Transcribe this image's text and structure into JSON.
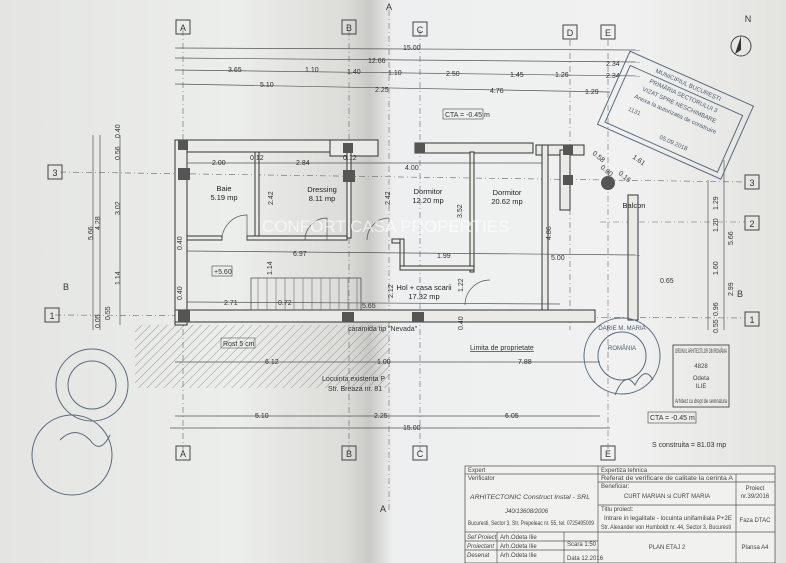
{
  "north_label": "N",
  "axes": {
    "A": "A",
    "B": "B",
    "C": "C",
    "D": "D",
    "E": "E",
    "r1": "1",
    "r2": "2",
    "r3": "3"
  },
  "section_marks": {
    "A": "A",
    "B": "B"
  },
  "top_dims": {
    "total": "15.00",
    "d12_66": "12.66",
    "d3_65": "3.65",
    "d1_10a": "1.10",
    "d1_40": "1.40",
    "d1_10b": "1.10",
    "d2_50": "2.50",
    "d1_45": "1.45",
    "d1_26": "1.26",
    "d2_34a": "2.34",
    "d2_34b": "2.34",
    "d5_10": "5.10",
    "d2_25": "2.25",
    "d4_76": "4.76",
    "d1_29": "1.29"
  },
  "bottom_dims": {
    "d6_12": "6.12",
    "d1_00": "1.00",
    "d7_88": "7.88",
    "d5_10": "5.10",
    "d2_25": "2.25",
    "d6_05": "6.05",
    "total": "15.00"
  },
  "left_dims": [
    "0.40",
    "0.56",
    "3.02",
    "4.28",
    "5.66",
    "1.14",
    "0.55",
    "0.05",
    "0.40",
    "0.40"
  ],
  "right_dims": [
    "1.29",
    "1.20",
    "5.66",
    "1.60",
    "2.99",
    "0.96",
    "0.55",
    "0.65"
  ],
  "interior_dims": {
    "d2_00": "2.00",
    "d0_12a": "0.12",
    "d2_84": "2.84",
    "d0_12b": "0.12",
    "d4_00": "4.00",
    "d2_42a": "2.42",
    "d2_42b": "2.42",
    "d3_52": "3.52",
    "d4_86": "4.86",
    "d6_97": "6.97",
    "d1_14": "1.14",
    "d1_99": "1.99",
    "d5_00": "5.00",
    "d2_71": "2.71",
    "d0_72": "0.72",
    "d5_65": "5.65",
    "d2_12": "2.12",
    "d1_22": "1.22",
    "d0_40": "0.40",
    "d1_61": "1.61",
    "d0_58": "0.58",
    "d0_90": "0.90",
    "d0_16": "0.16"
  },
  "level_mark": "+5.60",
  "cta_top": "CTA = -0.45 m",
  "cta_bottom": "CTA = -0.45 m",
  "rooms": [
    {
      "name": "Baie",
      "area": "5.19 mp"
    },
    {
      "name": "Dressing",
      "area": "8.11 mp"
    },
    {
      "name": "Dormitor",
      "area": "12.20 mp"
    },
    {
      "name": "Dormitor",
      "area": "20.62 mp"
    },
    {
      "name": "Hol + casa scarii",
      "area": "17.32 mp"
    },
    {
      "name": "Balcon",
      "area": ""
    }
  ],
  "annotations": {
    "caramida": "caramida tip \"Nevada\"",
    "rost": "Rost 5 cm",
    "limita": "Limita de proprietate",
    "vecin1": "Locuinta existenta P",
    "vecin2": "Str. Breaza nr. 81",
    "s_construita": "S construita = 81.03 mp"
  },
  "watermark": "CONFORT CASA PROPERTIES",
  "stamp_primarie": {
    "l1": "MUNICIPIUL BUCUREȘTI",
    "l2": "PRIMĂRIA SECTORULUI 3",
    "l3": "VIZAT SPRE NESCHIMBARE",
    "l4": "Anexa la autorizatia de construire",
    "nr": "1131",
    "date": "05.09.2018"
  },
  "stamp_oar": {
    "l1": "ORDINUL ARHITECTILOR DIN ROMÂNIA",
    "nr": "4828",
    "name1": "Odeta",
    "name2": "ILIE",
    "l4": "Arhitect cu drept de semnatura"
  },
  "stamp_expert": {
    "name": "DARIE M. MARIA",
    "country": "ROMÂNIA"
  },
  "title_block": {
    "expert_label": "Expert",
    "verificator_label": "Verificator",
    "company": "ARHITECTONIC Construct Instal - SRL",
    "company_code": "J40/13608/2006",
    "address": "Bucuresti, Sector 3, Str. Prepeleac nr. 55, tel. 0725495009",
    "expertiza": "Expertiza tehnica",
    "referat": "Referat de verificare de calitate la cerinta A",
    "beneficiar_label": "Beneficiar:",
    "beneficiar": "CURT MARIAN si CURT MARIA",
    "proiect_label": "Proiect",
    "proiect_nr": "nr.39/2016",
    "titlu_label": "Titlu proiect:",
    "titlu": "Intrare in legalitate - locuinta unifamiliala P+2E",
    "adresa": "Str. Alexander von Humboldt nr. 44, Sector 3, Bucuresti",
    "faza": "Faza DTAC",
    "sef_proiect": "Sef Proiect",
    "proiectant": "Proiectant",
    "desenat": "Desenat",
    "arh": "Arh.Odeta Ilie",
    "scara": "Scara 1:50",
    "data": "Data 12.2016",
    "plan": "PLAN ETAJ 2",
    "plansa": "Plansa A4"
  }
}
